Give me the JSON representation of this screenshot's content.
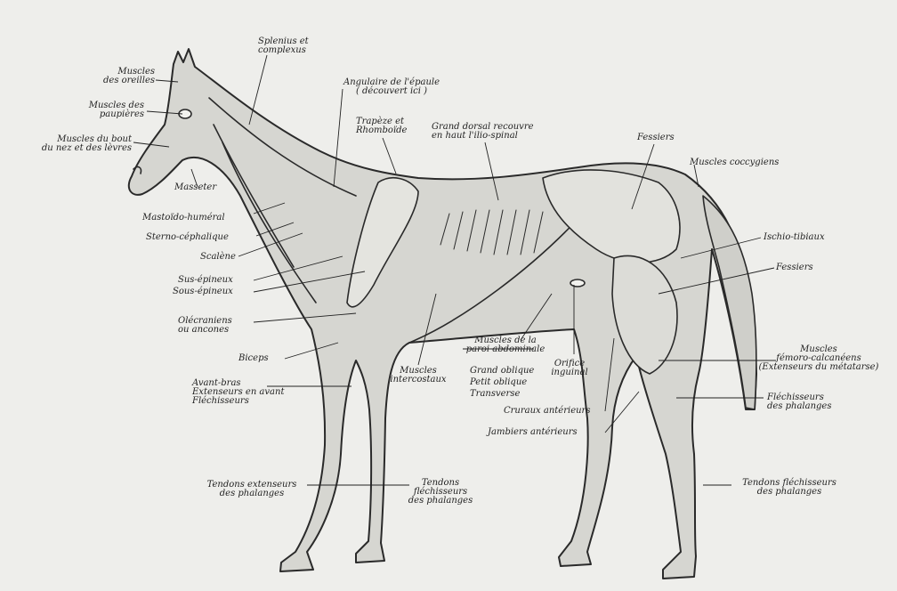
{
  "labels": {
    "muscles_oreilles": [
      "Muscles",
      "des oreilles"
    ],
    "muscles_paupieres": [
      "Muscles des",
      "paupières"
    ],
    "muscles_bout_nez": [
      "Muscles du bout",
      "du nez et des lèvres"
    ],
    "splenius": [
      "Splenius et",
      "complexus"
    ],
    "angulaire": [
      "Angulaire de l'épaule",
      "( découvert ici )"
    ],
    "trapeze": [
      "Trapèze et",
      "Rhomboïde"
    ],
    "grand_dorsal": [
      "Grand dorsal recouvre",
      "en haut l'ilio-spinal"
    ],
    "fessiers_top": [
      "Fessiers"
    ],
    "coccygiens": [
      "Muscles coccygiens"
    ],
    "masseter": [
      "Masseter"
    ],
    "mastoido": [
      "Mastoïdo-huméral"
    ],
    "sterno": [
      "Sterno-céphalique"
    ],
    "scalene": [
      "Scalène"
    ],
    "ischio": [
      "Ischio-tibiaux"
    ],
    "fessiers_right": [
      "Fessiers"
    ],
    "sus_epineux": [
      "Sus-épineux"
    ],
    "sous_epineux": [
      "Sous-épineux"
    ],
    "olecraniens": [
      "Olécraniens",
      "ou ancones"
    ],
    "biceps": [
      "Biceps"
    ],
    "paroi": [
      "Muscles de la",
      "paroi abdominale"
    ],
    "intercostaux": [
      "Muscles",
      "intercostaux"
    ],
    "obliques": [
      "Grand oblique",
      "Petit oblique",
      "Transverse"
    ],
    "orifice": [
      "Orifice",
      "inguinal"
    ],
    "femoro": [
      "Muscles",
      "fémoro-calcanéens",
      "(Extenseurs du métatarse)"
    ],
    "avant_bras": [
      "Avant-bras",
      "Extenseurs en avant",
      "Fléchisseurs"
    ],
    "cruraux": [
      "Cruraux antérieurs"
    ],
    "flechisseurs_phal": [
      "Fléchisseurs",
      "des phalanges"
    ],
    "jambiers": [
      "Jambiers antérieurs"
    ],
    "tendons_ext": [
      "Tendons extenseurs",
      "des phalanges"
    ],
    "tendons_flech_front": [
      "Tendons",
      "fléchisseurs",
      "des phalanges"
    ],
    "tendons_flech_hind": [
      "Tendons fléchisseurs",
      "des phalanges"
    ]
  },
  "colors": {
    "paper": "#eeeeeb",
    "ink": "#222222",
    "shade": "#b9b9b4"
  }
}
